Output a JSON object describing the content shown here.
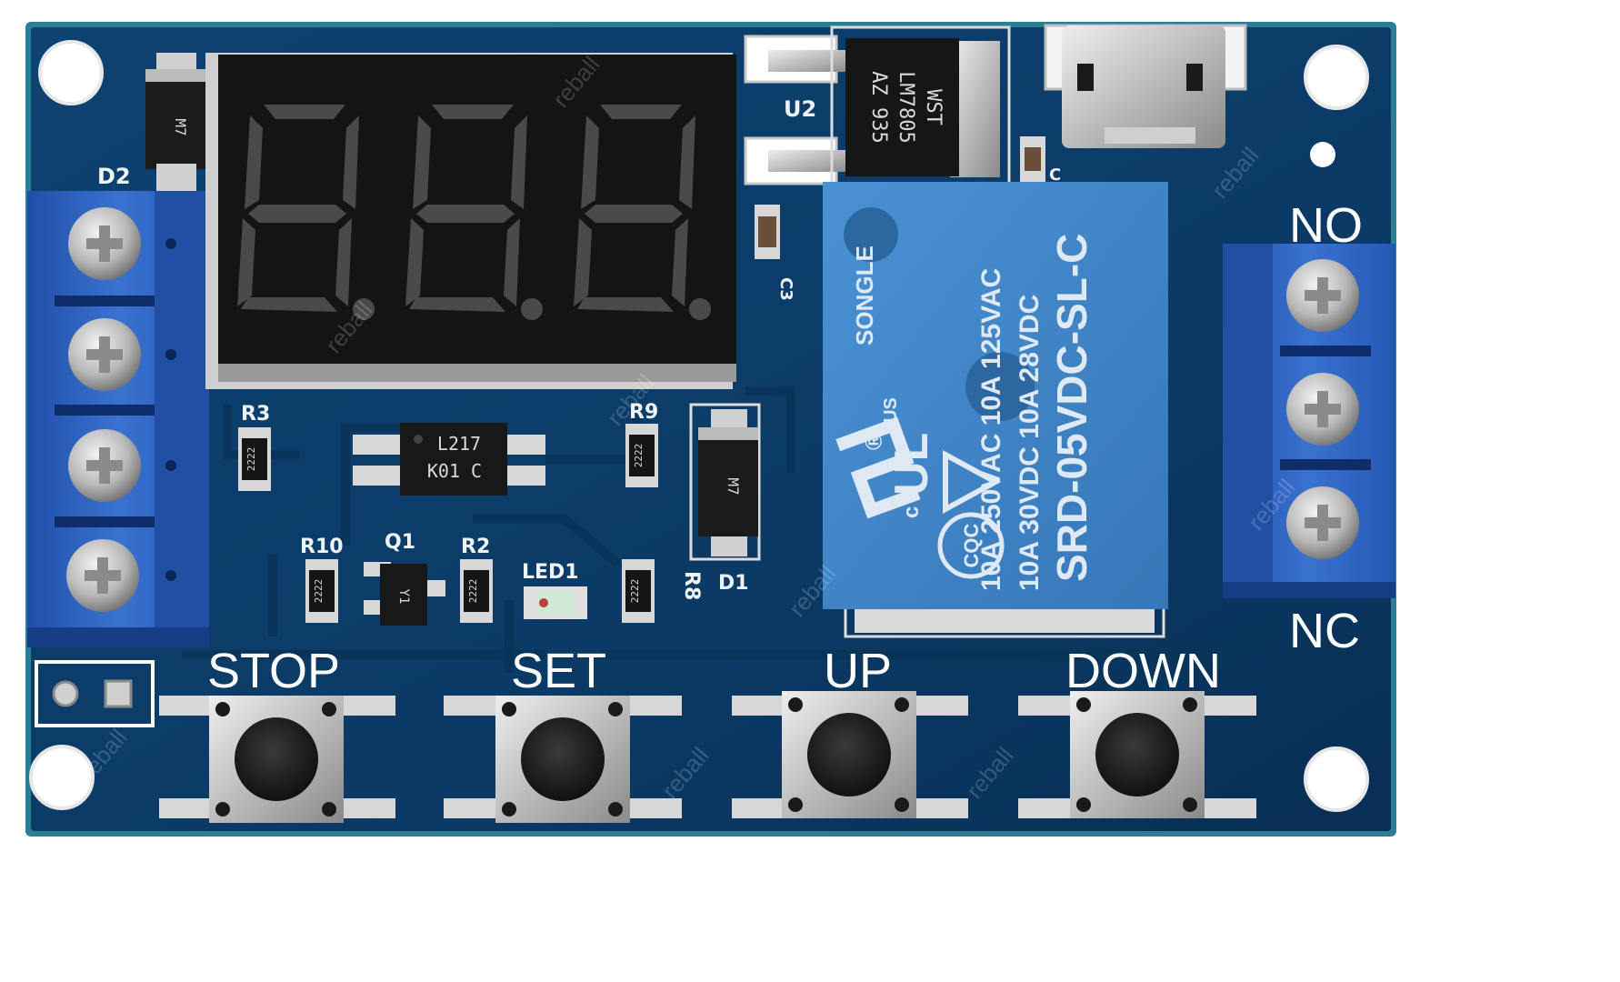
{
  "board": {
    "colors": {
      "pcb": "#0c3a66",
      "pcb_dark": "#082b4d",
      "terminal_blue": "#2a5fbf",
      "relay_blue": "#3f86c8",
      "display_black": "#141414",
      "button_black": "#1c1c1c",
      "solder": "#d8d8d8"
    },
    "labels": {
      "stop": "STOP",
      "set": "SET",
      "up": "UP",
      "down": "DOWN",
      "no": "NO",
      "nc": "NC",
      "d2": "D2",
      "d1": "D1",
      "u2": "U2",
      "r3": "R3",
      "r9": "R9",
      "r10": "R10",
      "q1": "Q1",
      "r2": "R2",
      "led1": "LED1",
      "r8": "R8",
      "c3": "C3",
      "c": "C"
    },
    "regulator": {
      "brand": "WST",
      "part": "LM7805",
      "code": "AZ 935"
    },
    "optocoupler": {
      "line1": "L217",
      "line2": "K01 C"
    },
    "diode_mark": "M7",
    "resistor_code": "2222",
    "transistor_code": "Y1",
    "relay": {
      "brand": "SONGLE",
      "ul_prefix": "c",
      "ul_mark": "UL",
      "ul_suffix": "US",
      "registered": "®",
      "rating1": "10A 250VAC 10A 125VAC",
      "rating2": "10A 30VDC 10A 28VDC",
      "model": "SRD-05VDC-SL-C",
      "cqc": "CQC"
    },
    "watermark": "reball"
  }
}
